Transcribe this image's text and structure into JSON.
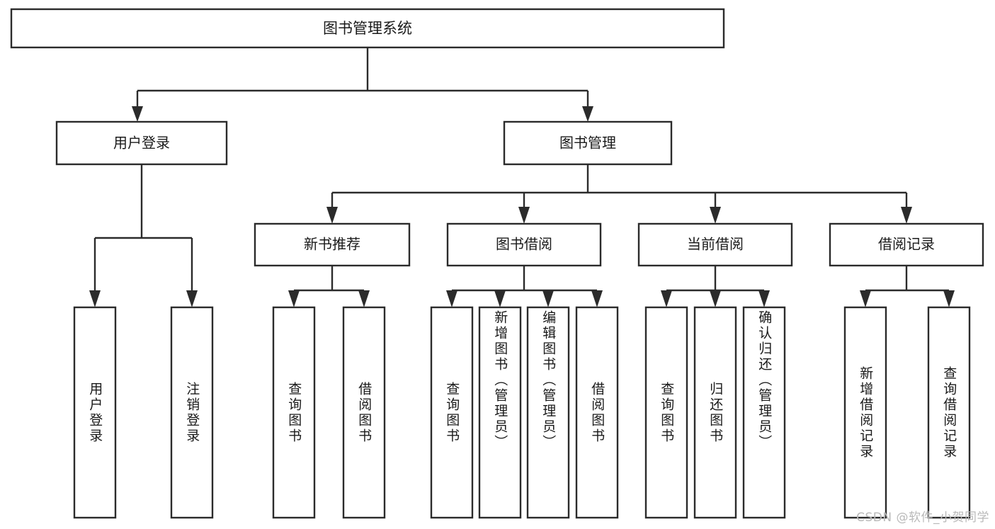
{
  "diagram": {
    "type": "hierarchy-tree",
    "title": "图书管理系统",
    "orientation": "top-down",
    "background_color": "#ffffff",
    "line_color": "#2b2b2b",
    "text_color": "#1a1a1a"
  },
  "root": {
    "label": "图书管理系统"
  },
  "level2": {
    "user_login": {
      "label": "用户登录"
    },
    "book_manage": {
      "label": "图书管理"
    }
  },
  "level3": {
    "new_book_recommend": {
      "label": "新书推荐"
    },
    "book_borrow": {
      "label": "图书借阅"
    },
    "current_borrow": {
      "label": "当前借阅"
    },
    "borrow_record": {
      "label": "借阅记录"
    }
  },
  "leaves": {
    "user_login": [
      {
        "label": "用户登录"
      },
      {
        "label": "注销登录"
      }
    ],
    "new_book_recommend": [
      {
        "label": "查询图书"
      },
      {
        "label": "借阅图书"
      }
    ],
    "book_borrow": [
      {
        "label": "查询图书"
      },
      {
        "label": "新增图书（管理员）"
      },
      {
        "label": "编辑图书（管理员）"
      },
      {
        "label": "借阅图书"
      }
    ],
    "current_borrow": [
      {
        "label": "查询图书"
      },
      {
        "label": "归还图书"
      },
      {
        "label": "确认归还（管理员）"
      }
    ],
    "borrow_record": [
      {
        "label": "新增借阅记录"
      },
      {
        "label": "查询借阅记录"
      }
    ]
  },
  "watermark": {
    "text": "CSDN @软件_小贺同学"
  }
}
